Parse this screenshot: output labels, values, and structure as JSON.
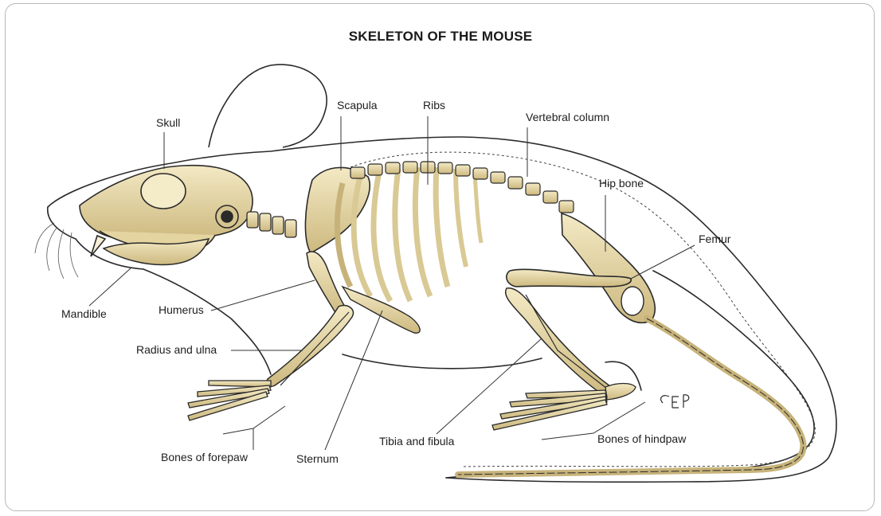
{
  "title": "SKELETON OF THE MOUSE",
  "labels": {
    "skull": "Skull",
    "scapula": "Scapula",
    "ribs": "Ribs",
    "vertebral_column": "Vertebral column",
    "hip_bone": "Hip bone",
    "femur": "Femur",
    "mandible": "Mandible",
    "humerus": "Humerus",
    "radius_ulna": "Radius and ulna",
    "forepaw": "Bones of forepaw",
    "sternum": "Sternum",
    "tibia_fibula": "Tibia and fibula",
    "hindpaw": "Bones of hindpaw"
  },
  "colors": {
    "bone": "#e9dcb0",
    "bone_shadow": "#c7b37a",
    "outline": "#2a2a2a",
    "leader": "#333333"
  },
  "signature": "EP"
}
